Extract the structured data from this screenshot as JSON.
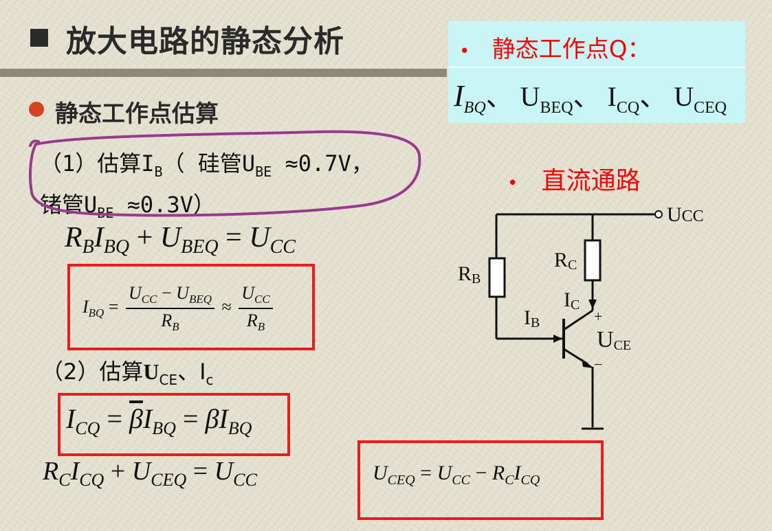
{
  "slide": {
    "title": "放大电路的静态分析",
    "section_heading": "静态工作点估算",
    "step1": {
      "prefix": "（1）估算I",
      "sub1": "B",
      "mid1": "（ 硅管U",
      "sub2": "BE",
      "mid2": " ≈0.7V，",
      "line2_prefix": "锗管U",
      "sub3": "BE",
      "line2_suffix": " ≈0.3V）"
    },
    "step2": {
      "prefix": "（2）估算",
      "u": "U",
      "u_sub": "CE",
      "sep": "、I",
      "i_sub": "c"
    }
  },
  "info_box": {
    "bullet": "•",
    "heading": "静态工作点Q：",
    "vars": {
      "v1": "I",
      "v1_sub": "BQ",
      "sep1": "、",
      "v2": "U",
      "v2_sub": "BEQ",
      "sep2": "、",
      "v3": "I",
      "v3_sub": "CQ",
      "sep3": "、",
      "v4": "U",
      "v4_sub": "CEQ"
    }
  },
  "dc_path": {
    "bullet": "•",
    "heading": "直流通路"
  },
  "equations": {
    "eq1": {
      "a": "R",
      "a_sub": "B",
      "b": "I",
      "b_sub": "BQ",
      "op1": " + ",
      "c": "U",
      "c_sub": "BEQ",
      "op2": " = ",
      "d": "U",
      "d_sub": "CC"
    },
    "eq2": {
      "lhs": "I",
      "lhs_sub": "BQ",
      "eq": " = ",
      "num1": "U",
      "num1_sub": "CC",
      "minus": " − ",
      "num2": "U",
      "num2_sub": "BEQ",
      "den1": "R",
      "den1_sub": "B",
      "approx": " ≈ ",
      "num3": "U",
      "num3_sub": "CC",
      "den2": "R",
      "den2_sub": "B"
    },
    "eq3": {
      "lhs": "I",
      "lhs_sub": "CQ",
      "eq1": " = ",
      "beta_bar": "β",
      "i1": "I",
      "i1_sub": "BQ",
      "eq2": " = ",
      "beta": "β",
      "i2": "I",
      "i2_sub": "BQ"
    },
    "eq4": {
      "a": "R",
      "a_sub": "C",
      "b": "I",
      "b_sub": "CQ",
      "op1": " + ",
      "c": "U",
      "c_sub": "CEQ",
      "op2": " = ",
      "d": "U",
      "d_sub": "CC"
    },
    "eq5": {
      "lhs": "U",
      "lhs_sub": "CEQ",
      "eq": " = ",
      "a": "U",
      "a_sub": "CC",
      "minus": " − ",
      "b": "R",
      "b_sub": "C",
      "c": "I",
      "c_sub": "CQ"
    }
  },
  "circuit": {
    "ucc": "U",
    "ucc_sub": "CC",
    "rb": "R",
    "rb_sub": "B",
    "rc": "R",
    "rc_sub": "C",
    "ic": "I",
    "ic_sub": "C",
    "ib": "I",
    "ib_sub": "B",
    "plus": "+",
    "uce": "U",
    "uce_sub": "CE",
    "minus": "−"
  },
  "colors": {
    "accent_red": "#ff0000",
    "box_red": "#ec1c1c",
    "bullet_orange": "#d4421e",
    "info_bg": "#c8f6f7",
    "annotation_purple": "#9a3a8e"
  }
}
